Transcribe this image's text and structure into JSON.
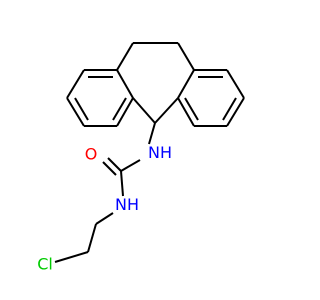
{
  "molecule": {
    "atoms": {
      "oxygen": {
        "text": "O",
        "color": "#ff0000"
      },
      "nitrogen_amide": {
        "text": "H",
        "label": "N",
        "color": "#0000ff"
      },
      "nitrogen_ethyl": {
        "text": "H",
        "label": "N",
        "color": "#0000ff"
      },
      "chlorine": {
        "text": "Cl",
        "color": "#00cc00"
      }
    },
    "bond_color": "#000000",
    "background": "#ffffff"
  }
}
